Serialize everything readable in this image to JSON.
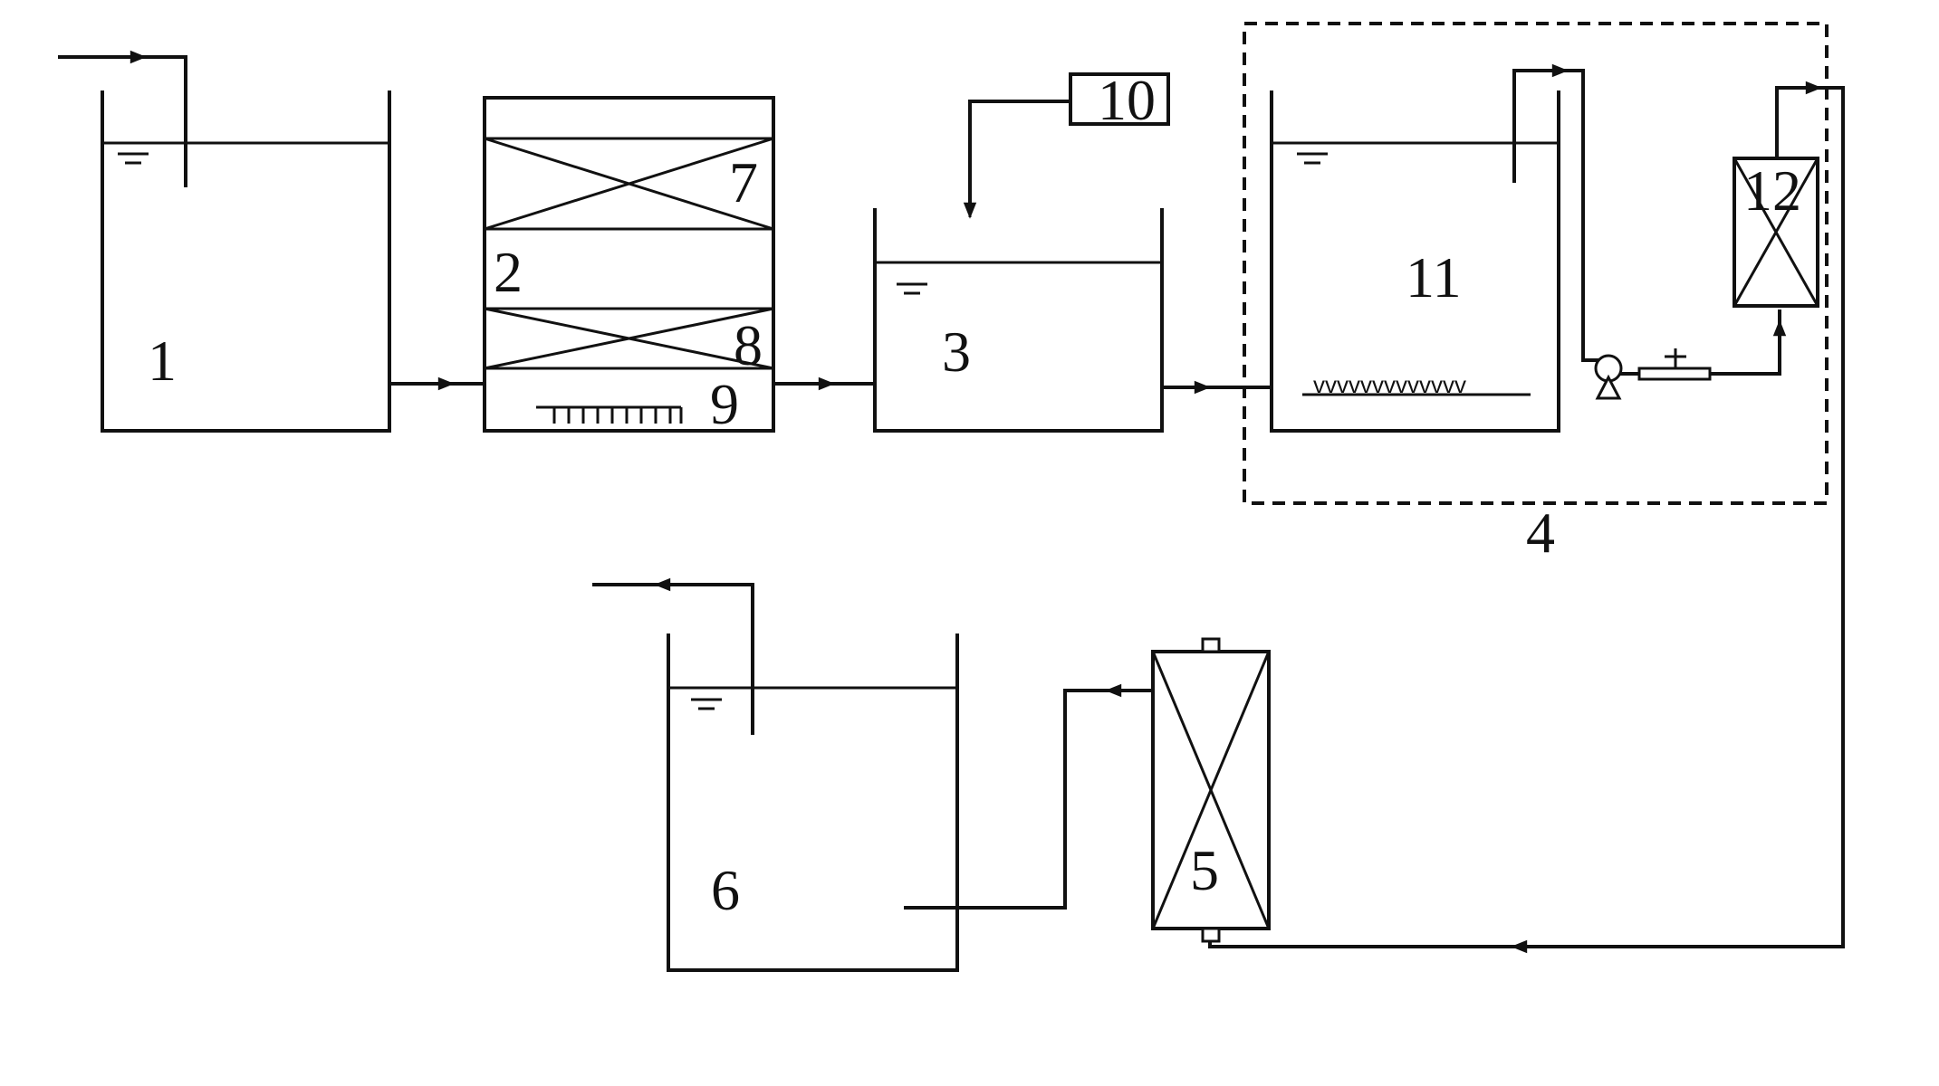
{
  "labels": {
    "tank1": "1",
    "reactor2": "2",
    "tank3": "3",
    "unit4": "4",
    "column5": "5",
    "tank6": "6",
    "layer7": "7",
    "layer8": "8",
    "aerator9": "9",
    "box10": "10",
    "tank11": "11",
    "filter12": "12"
  },
  "diffuser_text": "vvvvvvvvvvvvv",
  "colors": {
    "line": "#111111",
    "background": "#ffffff"
  }
}
